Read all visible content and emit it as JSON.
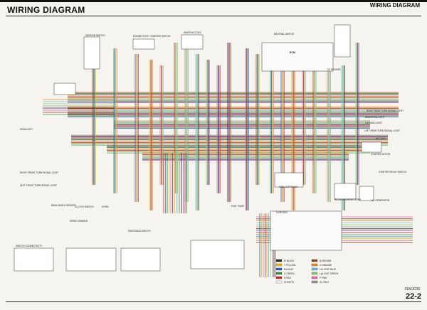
{
  "header": {
    "title": "WIRING DIAGRAM",
    "section_title": "WIRING DIAGRAM",
    "page_number": "22-2",
    "doc_code": "01MJC06"
  },
  "components": {
    "ignition_switch": "IGNITION SWITCH",
    "engine_stop_switch": "ENGINE STOP / STARTER SWITCH",
    "ignition_coils": "IGNITION COILS",
    "ecm": "ECM",
    "headlight": "HEADLIGHT",
    "neutral_switch": "NEUTRAL SWITCH",
    "speed_sensor": "SPEED SENSOR",
    "fuel_pump": "FUEL PUMP",
    "regulator_rectifier": "REGULATOR/RECTIFIER",
    "ac_generator": "AC GENERATOR",
    "battery": "BATTERY",
    "starter_motor": "STARTER MOTOR",
    "starter_relay": "STARTER RELAY SWITCH",
    "turn_signal_front_right": "RIGHT FRONT TURN SIGNAL LIGHT",
    "turn_signal_front_left": "LEFT FRONT TURN SIGNAL LIGHT",
    "turn_signal_rear_right": "RIGHT REAR TURN SIGNAL LIGHT",
    "turn_signal_rear_left": "LEFT REAR TURN SIGNAL LIGHT",
    "license_light": "LICENSE LIGHT",
    "brake_taillight": "BRAKE/TAILLIGHT",
    "fuse_box": "FUSE BOX",
    "fuel_cut_relay": "FUEL CUT RELAY",
    "clutch_switch": "CLUTCH SWITCH",
    "bank_angle_sensor": "BANK ANGLE SENSOR",
    "horn": "HORN",
    "sidestand_switch": "SIDESTAND SWITCH",
    "o2_sensor": "O2 SENSOR"
  },
  "legend": {
    "title": "SWITCH CONNECTIVITY",
    "colors": [
      {
        "code": "Bl",
        "name": "BLACK",
        "hex": "#222222"
      },
      {
        "code": "Y",
        "name": "YELLOW",
        "hex": "#e2c400"
      },
      {
        "code": "Bu",
        "name": "BLUE",
        "hex": "#2a5fc4"
      },
      {
        "code": "G",
        "name": "GREEN",
        "hex": "#2c9a3a"
      },
      {
        "code": "R",
        "name": "RED",
        "hex": "#d8232a"
      },
      {
        "code": "W",
        "name": "WHITE",
        "hex": "#ffffff"
      },
      {
        "code": "Br",
        "name": "BROWN",
        "hex": "#8a4b1e"
      },
      {
        "code": "O",
        "name": "ORANGE",
        "hex": "#f08a1c"
      },
      {
        "code": "Lb",
        "name": "LIGHT BLUE",
        "hex": "#66c2e8"
      },
      {
        "code": "Lg",
        "name": "LIGHT GREEN",
        "hex": "#7fd06a"
      },
      {
        "code": "P",
        "name": "PINK",
        "hex": "#ea6fb0"
      },
      {
        "code": "Gr",
        "name": "GRAY",
        "hex": "#9a9a9a"
      }
    ]
  }
}
